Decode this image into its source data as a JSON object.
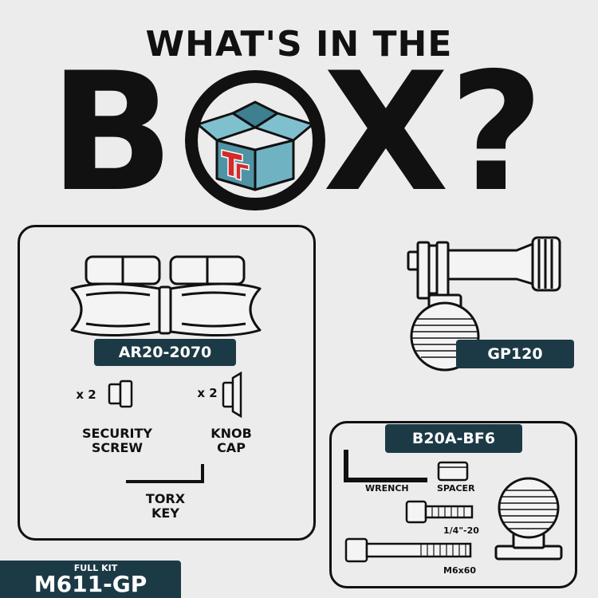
{
  "header": {
    "top_line": "WHAT'S IN THE",
    "big_left": "B",
    "big_right": "X?",
    "box_logo": "tf-logo-icon"
  },
  "left_panel": {
    "main_item": "AR20-2070",
    "security_screw": {
      "qty": "x 2",
      "label_1": "SECURITY",
      "label_2": "SCREW"
    },
    "knob_cap": {
      "qty": "x 2",
      "label_1": "KNOB",
      "label_2": "CAP"
    },
    "torx_key": {
      "label_1": "TORX",
      "label_2": "KEY"
    }
  },
  "top_right": {
    "item": "GP120"
  },
  "right_panel": {
    "item": "B20A-BF6",
    "wrench": "WRENCH",
    "spacer": "SPACER",
    "bolt_small": "1/4\"-20",
    "bolt_large": "M6x60"
  },
  "footer": {
    "small": "FULL KIT",
    "code": "M611-GP"
  },
  "colors": {
    "pill": "#1c3a46",
    "box_fill": "#5fa3b3",
    "logo_red": "#d42a2a",
    "background": "#ececec"
  }
}
